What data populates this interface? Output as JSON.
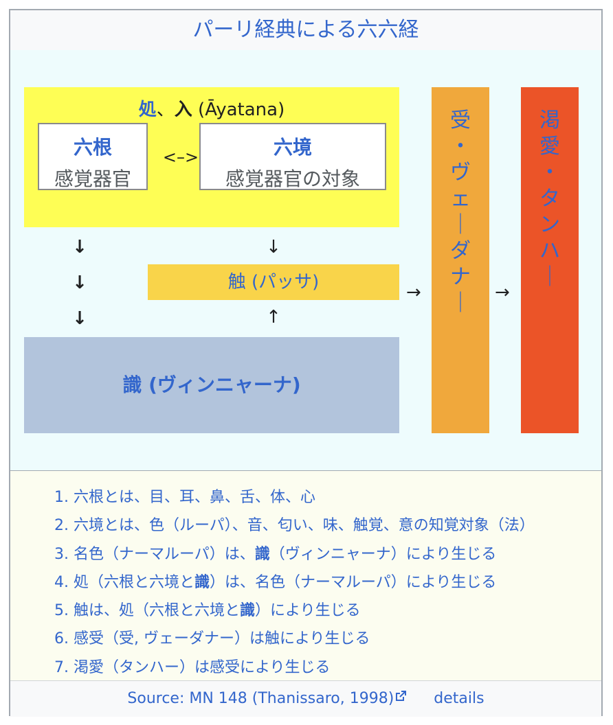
{
  "title": "パーリ経典による六六経",
  "ayatana": {
    "title_a": "処",
    "title_sep": "、",
    "title_b": "入",
    "title_c": " (Āyatana)",
    "indriya": {
      "label": "六根",
      "sub": "感覚器官"
    },
    "link": "<–>",
    "visaya": {
      "label": "六境",
      "sub": "感覚器官の対象"
    }
  },
  "arrows": {
    "down": "↓",
    "up": "↑",
    "right": "→"
  },
  "sparsa": "触 (パッサ)",
  "vinnana": "識 (ヴィンニャーナ)",
  "vedana_chars": [
    "受",
    "・",
    "ヴ",
    "ェ",
    "｜",
    "ダ",
    "ナ",
    "｜"
  ],
  "tanha_chars": [
    "渇",
    "愛",
    "・",
    "タ",
    "ン",
    "ハ",
    "｜"
  ],
  "notes": [
    {
      "num": "1. ",
      "pre": "六根とは、目、耳、鼻、舌、体、心",
      "bold": "",
      "post": ""
    },
    {
      "num": "2. ",
      "pre": "六境とは、色（ルーパ）、音、匂い、味、触覚、意の知覚対象（法）",
      "bold": "",
      "post": ""
    },
    {
      "num": "3. ",
      "pre": "名色（ナーマルーパ）は、",
      "bold": "識",
      "post": "（ヴィンニャーナ）により生じる"
    },
    {
      "num": "4. ",
      "pre": "処（六根と六境と",
      "bold": "識",
      "post": "）は、名色（ナーマルーパ）により生じる"
    },
    {
      "num": "5. ",
      "pre": "触は、処（六根と六境と",
      "bold": "識",
      "post": "）により生じる"
    },
    {
      "num": "6. ",
      "pre": "感受（受, ヴェーダナー）は触により生じる",
      "bold": "",
      "post": ""
    },
    {
      "num": "7. ",
      "pre": "渇愛（タンハー）は感受により生じる",
      "bold": "",
      "post": ""
    }
  ],
  "source": {
    "text": "Source: MN 148 (Thanissaro, 1998)",
    "details": "details"
  },
  "colors": {
    "link": "#3366cc",
    "ayatana": "#fefe55",
    "sparsa": "#f9d44a",
    "vinnana": "#b2c4dc",
    "vedana": "#f0a83c",
    "tanha": "#eb5428"
  }
}
